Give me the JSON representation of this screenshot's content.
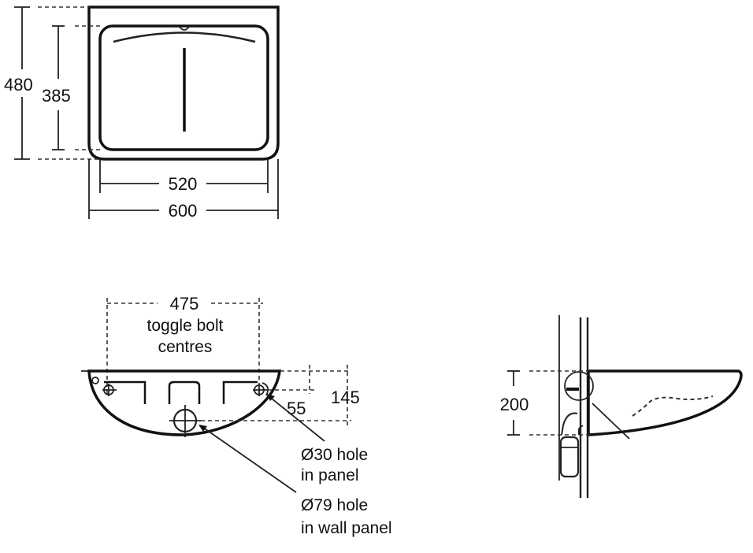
{
  "plan_view": {
    "dim_overall_depth": "480",
    "dim_bowl_depth": "385",
    "dim_bowl_width": "520",
    "dim_overall_width": "600"
  },
  "front_view": {
    "dim_bolt_centres": "475",
    "bolt_label_line1": "toggle bolt",
    "bolt_label_line2": "centres",
    "dim_bolt_height": "55",
    "dim_waste_height": "145",
    "hole30_line1": "Ø30 hole",
    "hole30_line2": "in panel",
    "hole79_line1": "Ø79 hole",
    "hole79_line2": "in wall panel"
  },
  "side_view": {
    "dim_height": "200"
  }
}
